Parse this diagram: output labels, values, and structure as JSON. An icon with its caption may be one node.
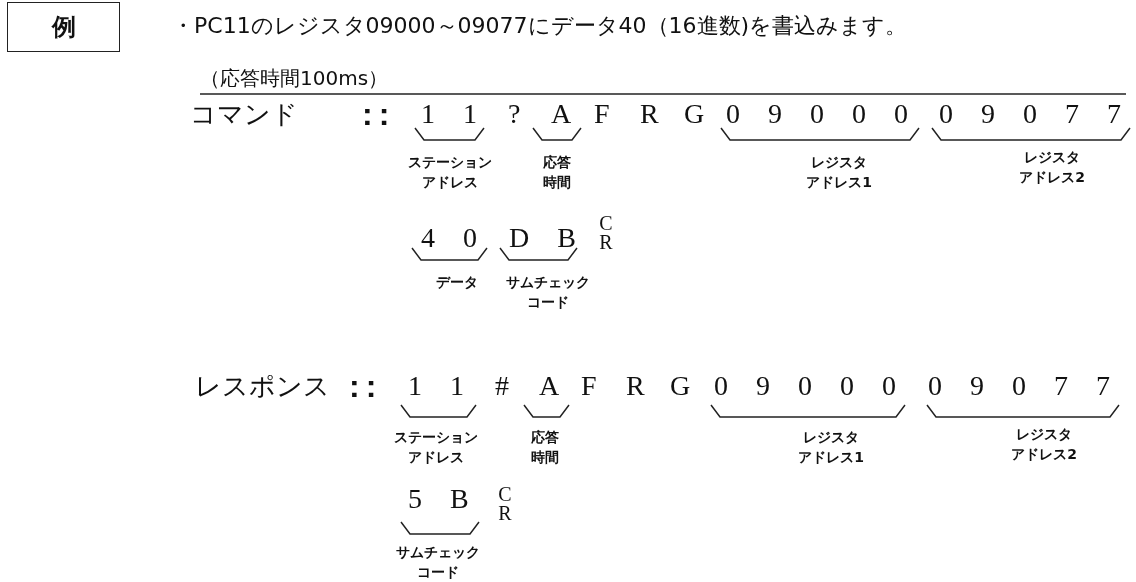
{
  "diagram": {
    "nodes": [
      {
        "text": [
          "例"
        ]
      }
    ],
    "labels": [
      "・PC11のレジスタ09000～09077にデータ40（16進数)を書込みます。",
      "（応答時間100ms）",
      "コマンド",
      "::",
      "1 1",
      "?",
      "A",
      "F",
      "R",
      "G",
      "0 9 0 0 0",
      "0 9 0 7 7",
      "ステーションアドレス",
      "応答時間",
      "レジスタアドレス1",
      "レジスタアドレス2",
      "4 0",
      "D B",
      "CR",
      "データ",
      "サムチェックコード",
      "レスポンス",
      "::",
      "1 1",
      "#",
      "A",
      "F",
      "R",
      "G",
      "0 9 0 0 0",
      "0 9 0 7 7",
      "ステーションアドレス",
      "応答時間",
      "レジスタアドレス1",
      "レジスタアドレス2",
      "5 B",
      "CR",
      "サムチェックコード"
    ]
  }
}
